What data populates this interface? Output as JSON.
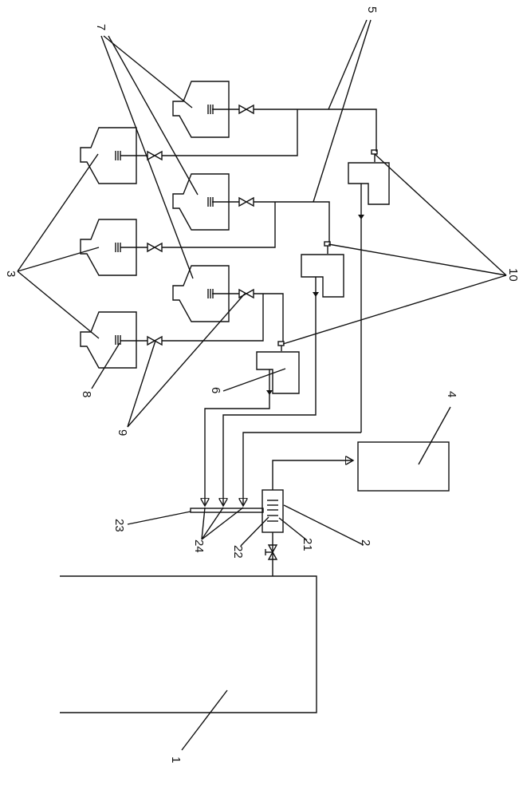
{
  "labels": {
    "tank": "1",
    "separator": "2",
    "separator_plate_21": "21",
    "separator_plate_22": "22",
    "manifold": "23",
    "inlets": "24",
    "hoppers": "3",
    "receiver": "4",
    "main_pipes": "5",
    "collector": "6",
    "hoppers_upper": "7",
    "filters": "8",
    "valves": "9",
    "sensors": "10"
  }
}
